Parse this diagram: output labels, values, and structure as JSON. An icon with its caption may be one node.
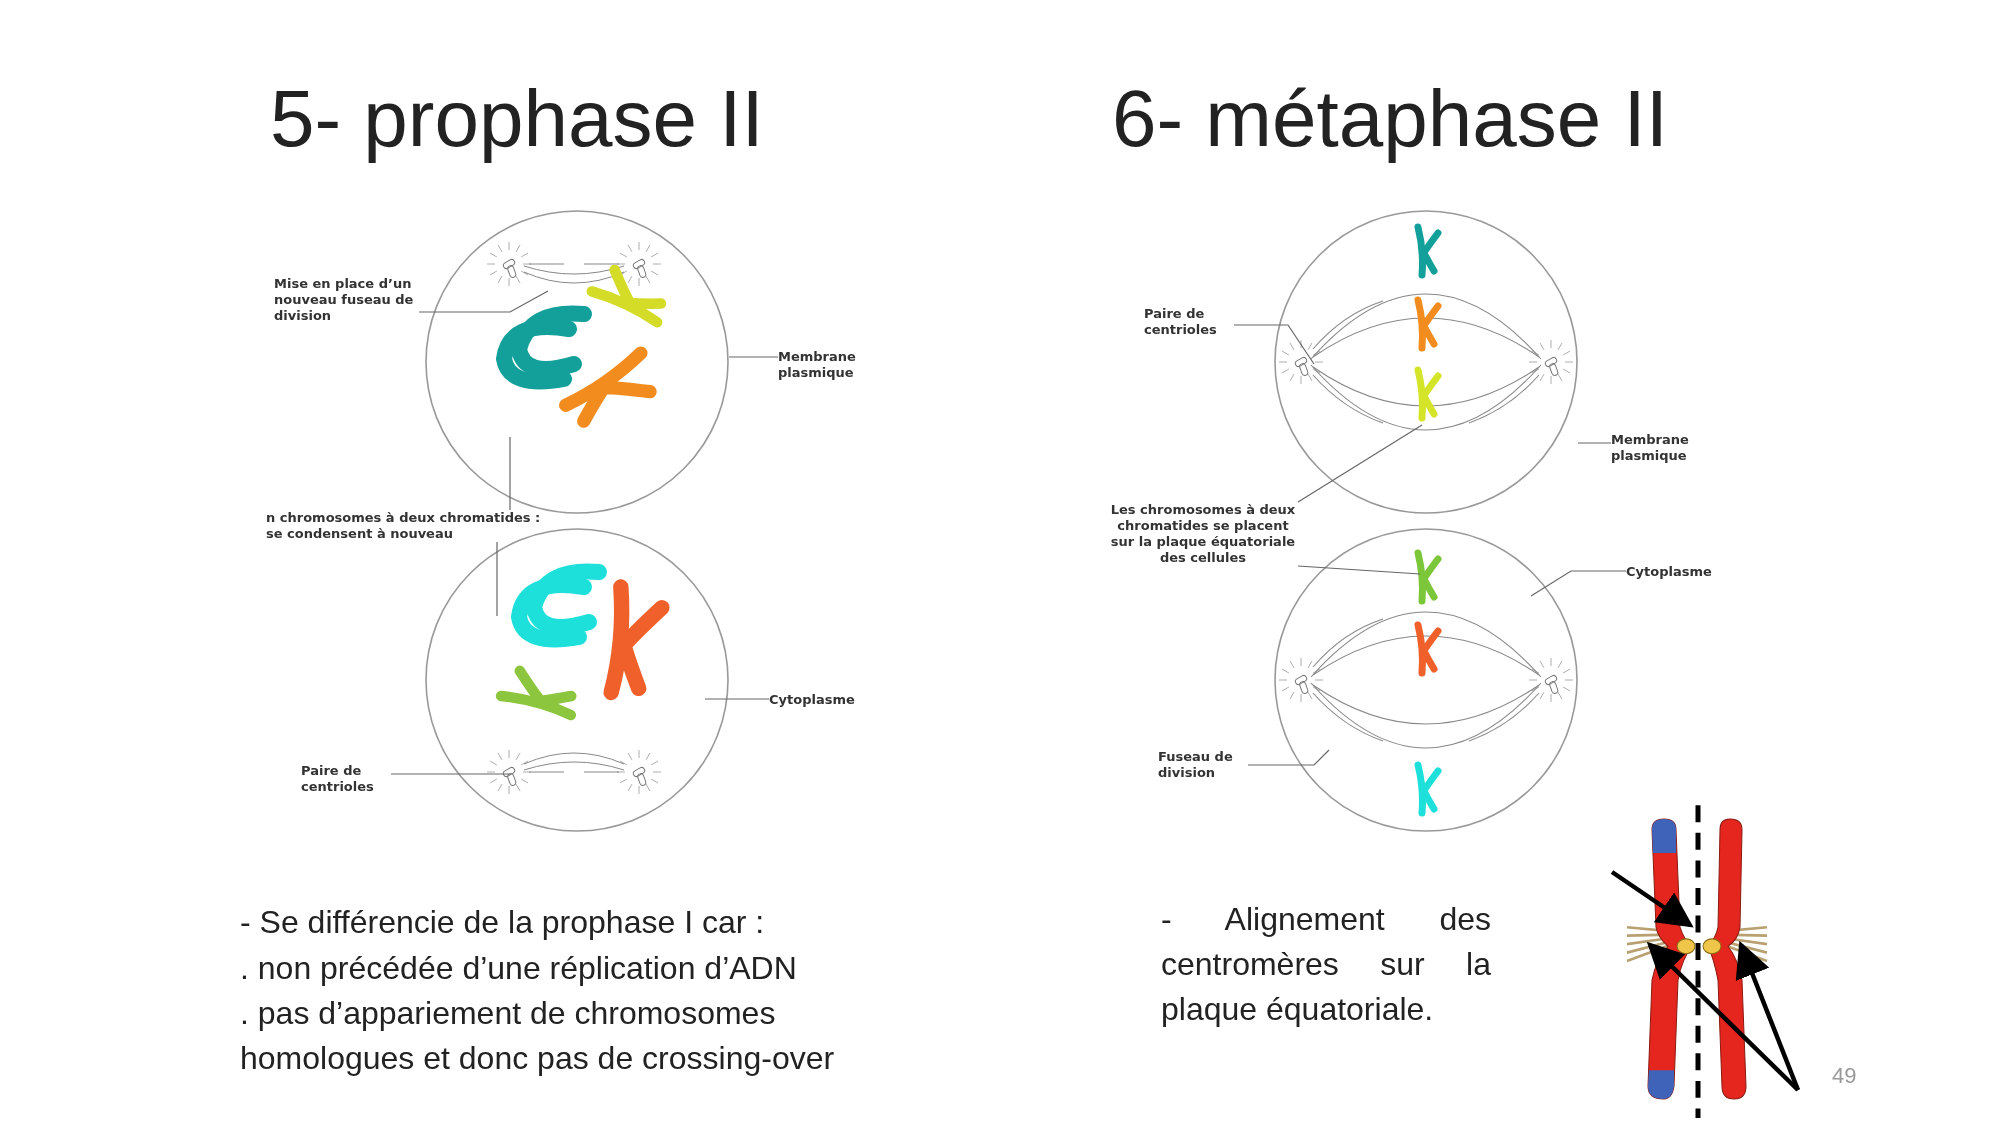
{
  "diagram": {
    "nodes": [
      {
        "text": [
          "Mise en place d’un nouveau fuseau de division"
        ]
      },
      {
        "text": [],
        "shape": "circle"
      },
      {
        "text": [
          "Membrane plasmique"
        ]
      },
      {
        "text": [
          "n chromosomes à deux chromatides : se condensent à nouveau"
        ]
      },
      {
        "text": [],
        "shape": "circle"
      },
      {
        "text": [
          "Cytoplasme"
        ]
      },
      {
        "text": [
          "Paire de centrioles"
        ]
      },
      {
        "text": [
          "Paire de centrioles"
        ]
      },
      {
        "text": [],
        "shape": "circle"
      },
      {
        "text": [
          "Membrane plasmique"
        ]
      },
      {
        "text": [
          "Les chromosomes à deux chromatides se placent sur la plaque équatoriale des cellules"
        ]
      },
      {
        "text": [],
        "shape": "circle"
      },
      {
        "text": [
          "Cytoplasme"
        ]
      },
      {
        "text": [
          "Fuseau de division"
        ]
      },
      {
        "text": [],
        "shape": "picture"
      }
    ],
    "edges": [
      {
        "from": 0,
        "to": 1,
        "arrow": "none"
      },
      {
        "from": 2,
        "to": 1,
        "arrow": "none"
      },
      {
        "from": 3,
        "to": 1,
        "arrow": "none"
      },
      {
        "from": 3,
        "to": 4,
        "arrow": "none"
      },
      {
        "from": 5,
        "to": 4,
        "arrow": "none"
      },
      {
        "from": 6,
        "to": 4,
        "arrow": "none"
      },
      {
        "from": 7,
        "to": 8,
        "arrow": "none"
      },
      {
        "from": 9,
        "to": 8,
        "arrow": "none"
      },
      {
        "from": 10,
        "to": 8,
        "arrow": "none"
      },
      {
        "from": 10,
        "to": 11,
        "arrow": "none"
      },
      {
        "from": 12,
        "to": 11,
        "arrow": "none"
      },
      {
        "from": 13,
        "to": 11,
        "arrow": "none"
      },
      {
        "from": null,
        "to": 14,
        "arrow": "to",
        "style": "thick",
        "color": "#000000"
      },
      {
        "from": null,
        "to": 14,
        "arrow": "to",
        "style": "thick",
        "color": "#000000"
      },
      {
        "from": null,
        "to": 14,
        "arrow": "to",
        "style": "thick",
        "color": "#000000"
      }
    ],
    "labels": [
      "5- prophase II",
      "6- métaphase II",
      "- Se différencie de la prophase I car :",
      ". non précédée d’une réplication d’ADN",
      ". pas d’appariement de chromosomes homologues et donc pas de crossing-over",
      "- Alignement des centromères sur la plaque équatoriale.",
      "49"
    ]
  }
}
